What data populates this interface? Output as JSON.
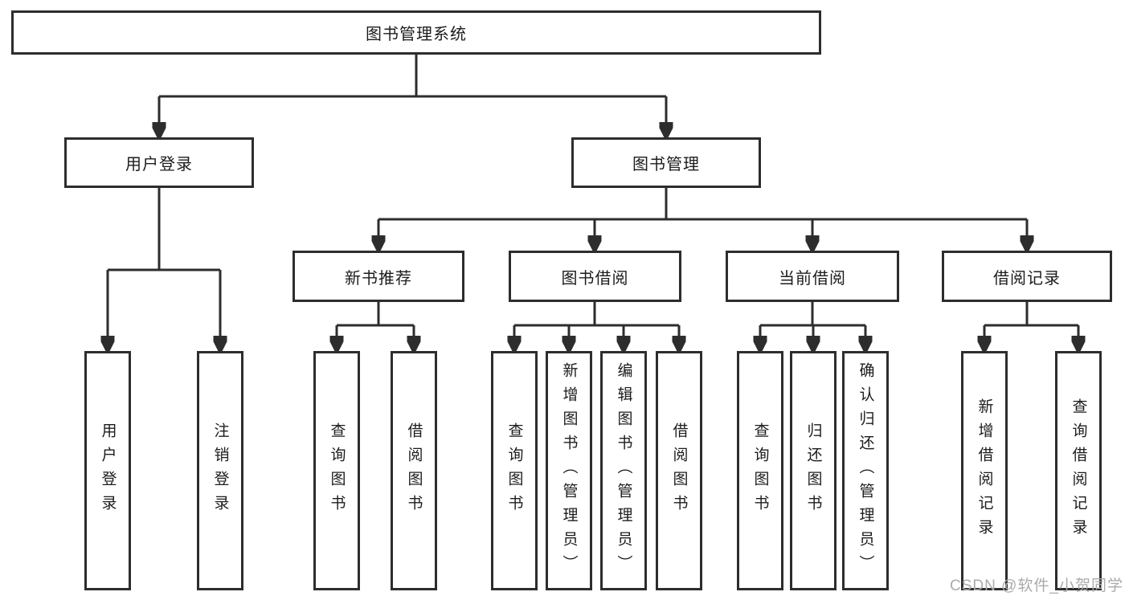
{
  "diagram": {
    "root": {
      "label": "图书管理系统"
    },
    "branches": [
      {
        "label": "用户登录",
        "children": [
          "用户登录",
          "注销登录"
        ]
      },
      {
        "label": "图书管理",
        "groups": [
          {
            "label": "新书推荐",
            "children": [
              "查询图书",
              "借阅图书"
            ]
          },
          {
            "label": "图书借阅",
            "children": [
              "查询图书",
              "新增图书（管理员）",
              "编辑图书（管理员）",
              "借阅图书"
            ]
          },
          {
            "label": "当前借阅",
            "children": [
              "查询图书",
              "归还图书",
              "确认归还（管理员）"
            ]
          },
          {
            "label": "借阅记录",
            "children": [
              "新增借阅记录",
              "查询借阅记录"
            ]
          }
        ]
      }
    ]
  },
  "watermark": {
    "text": "CSDN @软件_小贺同学"
  },
  "colors": {
    "line": "#2d2d2d",
    "text": "#1c1c1c",
    "watermark": "#ababab",
    "background": "#ffffff"
  }
}
